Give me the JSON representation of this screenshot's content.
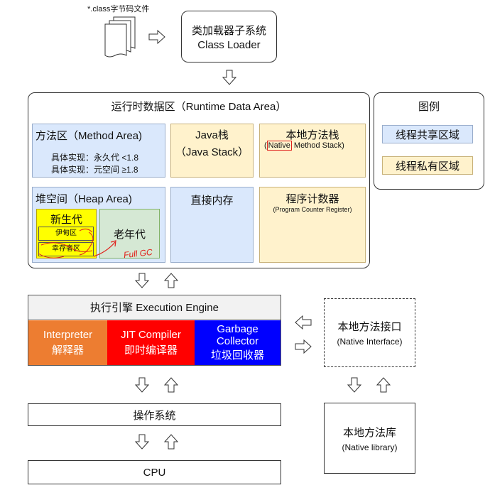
{
  "input_file": "*.class字节码文件",
  "class_loader": {
    "cn": "类加载器子系统",
    "en": "Class Loader"
  },
  "runtime_area": {
    "title": "运行时数据区（Runtime Data Area）",
    "method_area": {
      "title": "方法区（Method Area)",
      "impl1": "具体实现：永久代 <1.8",
      "impl2": "具体实现：元空间 ≥1.8"
    },
    "java_stack": {
      "line1": "Java栈",
      "line2": "（Java Stack）"
    },
    "native_stack": {
      "title": "本地方法栈",
      "sub_open": "(",
      "sub_native": "Native",
      "sub_rest": " Method Stack)"
    },
    "heap": {
      "title": "堆空间（Heap Area)",
      "young": "新生代",
      "eden": "伊甸区",
      "survivor": "幸存者区",
      "old": "老年代",
      "full_gc": "Full GC"
    },
    "direct_memory": "直接内存",
    "pc_register": {
      "title": "程序计数器",
      "sub": "(Program Counter Register)"
    }
  },
  "legend": {
    "title": "图例",
    "shared": "线程共享区域",
    "private": "线程私有区域"
  },
  "execution_engine": {
    "title": "执行引擎 Execution Engine",
    "interpreter": {
      "en": "Interpreter",
      "cn": "解释器"
    },
    "jit": {
      "en": "JIT Compiler",
      "cn": "即时编译器"
    },
    "gc": {
      "en1": "Garbage",
      "en2": "Collector",
      "cn": "垃圾回收器"
    }
  },
  "native_interface": {
    "cn": "本地方法接口",
    "en": "(Native Interface)"
  },
  "native_library": {
    "cn": "本地方法库",
    "en": "(Native library)"
  },
  "os": "操作系统",
  "cpu": "CPU",
  "colors": {
    "shared": "#dae8fc",
    "private": "#fff2cc",
    "interpreter": "#ed7d31",
    "jit": "#ff0000",
    "gc": "#0000ff",
    "young": "#ffff00",
    "old": "#d5e8d4",
    "annotation": "#e0201b"
  }
}
